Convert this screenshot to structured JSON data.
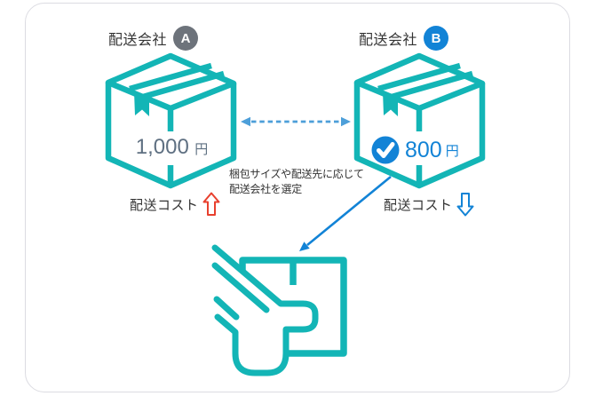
{
  "page": {
    "background": "#ffffff",
    "frame_border_color": "#dcdce2"
  },
  "colors": {
    "teal": "#13b5b6",
    "blue": "#1283d6",
    "dashed_arrow_blue": "#4d9fd9",
    "badge_a_gray": "#6d737b",
    "price_a_gray": "#5f7082",
    "text_dark": "#333333",
    "cost_up_red": "#e8402e"
  },
  "company_a": {
    "name": "配送会社",
    "badge": "A",
    "price": "1,000",
    "currency": "円",
    "cost_label": "配送コスト",
    "cost_trend": "up"
  },
  "company_b": {
    "name": "配送会社",
    "badge": "B",
    "price": "800",
    "currency": "円",
    "cost_label": "配送コスト",
    "cost_trend": "down",
    "selected": true
  },
  "note": {
    "line1": "梱包サイズや配送先に応じて",
    "line2": "配送会社を選定"
  },
  "icons": {
    "box_a": "cardboard-box",
    "box_b": "cardboard-box",
    "check": "checkmark-circle",
    "compare": "double-headed-dashed-arrow",
    "select": "selection-arrow",
    "hand": "hand-holding-box",
    "cost_up": "hollow-up-arrow",
    "cost_down": "hollow-down-arrow"
  }
}
